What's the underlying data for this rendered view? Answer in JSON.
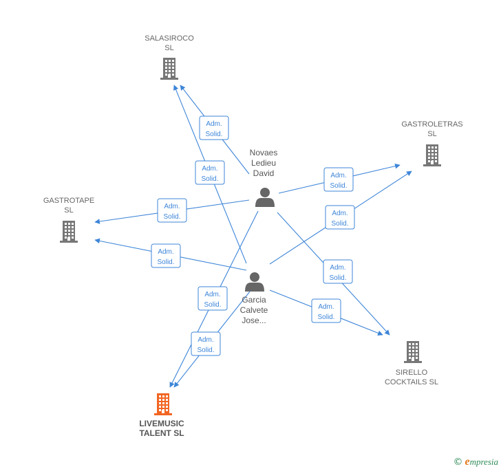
{
  "diagram": {
    "companies": [
      {
        "id": "salasiroco",
        "lines": [
          "SALASIROCO",
          "SL"
        ],
        "color": "#777777",
        "main": false
      },
      {
        "id": "gastroletras",
        "lines": [
          "GASTROLETRAS",
          "SL"
        ],
        "color": "#777777",
        "main": false
      },
      {
        "id": "gastrotape",
        "lines": [
          "GASTROTAPE",
          "SL"
        ],
        "color": "#777777",
        "main": false
      },
      {
        "id": "sirello",
        "lines": [
          "SIRELLO",
          "COCKTAILS SL"
        ],
        "color": "#777777",
        "main": false
      },
      {
        "id": "livemusic",
        "lines": [
          "LIVEMUSIC",
          "TALENT  SL"
        ],
        "color": "#f26522",
        "main": true
      }
    ],
    "persons": [
      {
        "id": "novaes",
        "lines": [
          "Novaes",
          "Ledieu",
          "David"
        ],
        "label_position": "above"
      },
      {
        "id": "garcia",
        "lines": [
          "Garcia",
          "Calvete",
          "Jose..."
        ],
        "label_position": "below"
      }
    ],
    "relations": [
      {
        "from": "novaes",
        "to": "salasiroco",
        "label": [
          "Adm.",
          "Solid."
        ]
      },
      {
        "from": "garcia",
        "to": "salasiroco",
        "label": [
          "Adm.",
          "Solid."
        ]
      },
      {
        "from": "novaes",
        "to": "gastroletras",
        "label": [
          "Adm.",
          "Solid."
        ]
      },
      {
        "from": "garcia",
        "to": "gastroletras",
        "label": [
          "Adm.",
          "Solid."
        ]
      },
      {
        "from": "novaes",
        "to": "gastrotape",
        "label": [
          "Adm.",
          "Solid."
        ]
      },
      {
        "from": "garcia",
        "to": "gastrotape",
        "label": [
          "Adm.",
          "Solid."
        ]
      },
      {
        "from": "novaes",
        "to": "sirello",
        "label": [
          "Adm.",
          "Solid."
        ]
      },
      {
        "from": "garcia",
        "to": "sirello",
        "label": [
          "Adm.",
          "Solid."
        ]
      },
      {
        "from": "novaes",
        "to": "livemusic",
        "label": [
          "Adm.",
          "Solid."
        ]
      },
      {
        "from": "garcia",
        "to": "livemusic",
        "label": [
          "Adm.",
          "Solid."
        ]
      }
    ],
    "edge_color": "#3d85d8",
    "person_icon_color": "#666666"
  },
  "footer": {
    "copyright_symbol": "©",
    "brand_initial": "e",
    "brand_rest": "mpresia"
  }
}
